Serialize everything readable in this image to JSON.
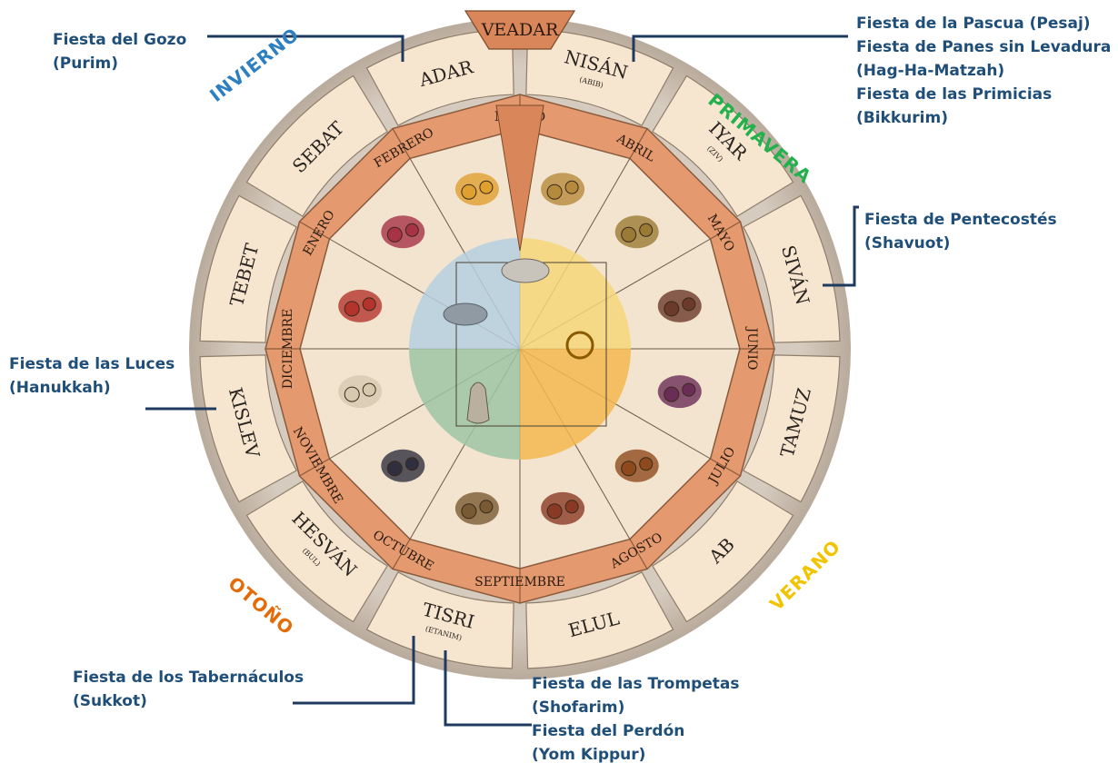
{
  "colors": {
    "festival_text": "#1f4e79",
    "connector": "#1f3a5f",
    "background": "#ffffff",
    "rim": "#c9bcae",
    "outer_tile": "#f6e6cf",
    "gregorian_band": "#e49a6e",
    "inner_disc": "#f2e4cf",
    "veadar_wedge": "#d9875a",
    "winter": "#2e7fc1",
    "spring": "#22b14c",
    "summer": "#f2c400",
    "autumn": "#e36c09"
  },
  "hebrew_months": [
    {
      "name": "NISÁN",
      "sub": "(ABIB)"
    },
    {
      "name": "IYAR",
      "sub": "(ZIV)"
    },
    {
      "name": "SIVÁN",
      "sub": ""
    },
    {
      "name": "TAMUZ",
      "sub": ""
    },
    {
      "name": "AB",
      "sub": ""
    },
    {
      "name": "ELUL",
      "sub": ""
    },
    {
      "name": "TISRI",
      "sub": "(ETANIM)"
    },
    {
      "name": "HESVÁN",
      "sub": "(BUL)"
    },
    {
      "name": "KISLEV",
      "sub": ""
    },
    {
      "name": "TEBET",
      "sub": ""
    },
    {
      "name": "SEBAT",
      "sub": ""
    },
    {
      "name": "ADAR",
      "sub": ""
    }
  ],
  "leap_month": "VEADAR",
  "gregorian_months": [
    "MARZO",
    "ABRIL",
    "MAYO",
    "JUNIO",
    "JULIO",
    "AGOSTO",
    "SEPTIEMBRE",
    "OCTUBRE",
    "NOVIEMBRE",
    "DICIEMBRE",
    "ENERO",
    "FEBRERO"
  ],
  "seasons": {
    "winter": "INVIERNO",
    "spring": "PRIMAVERA",
    "summer": "VERANO",
    "autumn": "OTOÑO"
  },
  "festivals": {
    "purim": [
      "Fiesta del Gozo",
      "(Purim)"
    ],
    "spring": [
      "Fiesta de la Pascua (Pesaj)",
      "Fiesta de Panes sin Levadura",
      "(Hag-Ha-Matzah)",
      "Fiesta de las Primicias",
      "(Bikkurim)"
    ],
    "pentecost": [
      "Fiesta de Pentecostés",
      "(Shavuot)"
    ],
    "hanukkah": [
      "Fiesta de las Luces",
      "(Hanukkah)"
    ],
    "sukkot": [
      "Fiesta de los Tabernáculos",
      "(Sukkot)"
    ],
    "autumn": [
      "Fiesta de las Trompetas",
      "(Shofarim)",
      "Fiesta del Perdón",
      "(Yom Kippur)"
    ]
  },
  "wedge_illustrations": [
    "wheat-icon",
    "sheaves-icon",
    "figs-icon",
    "grapes-icon",
    "fruit-basket-icon",
    "dates-icon",
    "plough-icon",
    "olives-icon",
    "sheep-icon",
    "flowers-icon",
    "almond-blossom-icon",
    "citrus-icon"
  ],
  "center_icons": [
    "rain-cloud-icon",
    "storm-cloud-icon",
    "sun-icon",
    "vessel-icon"
  ]
}
